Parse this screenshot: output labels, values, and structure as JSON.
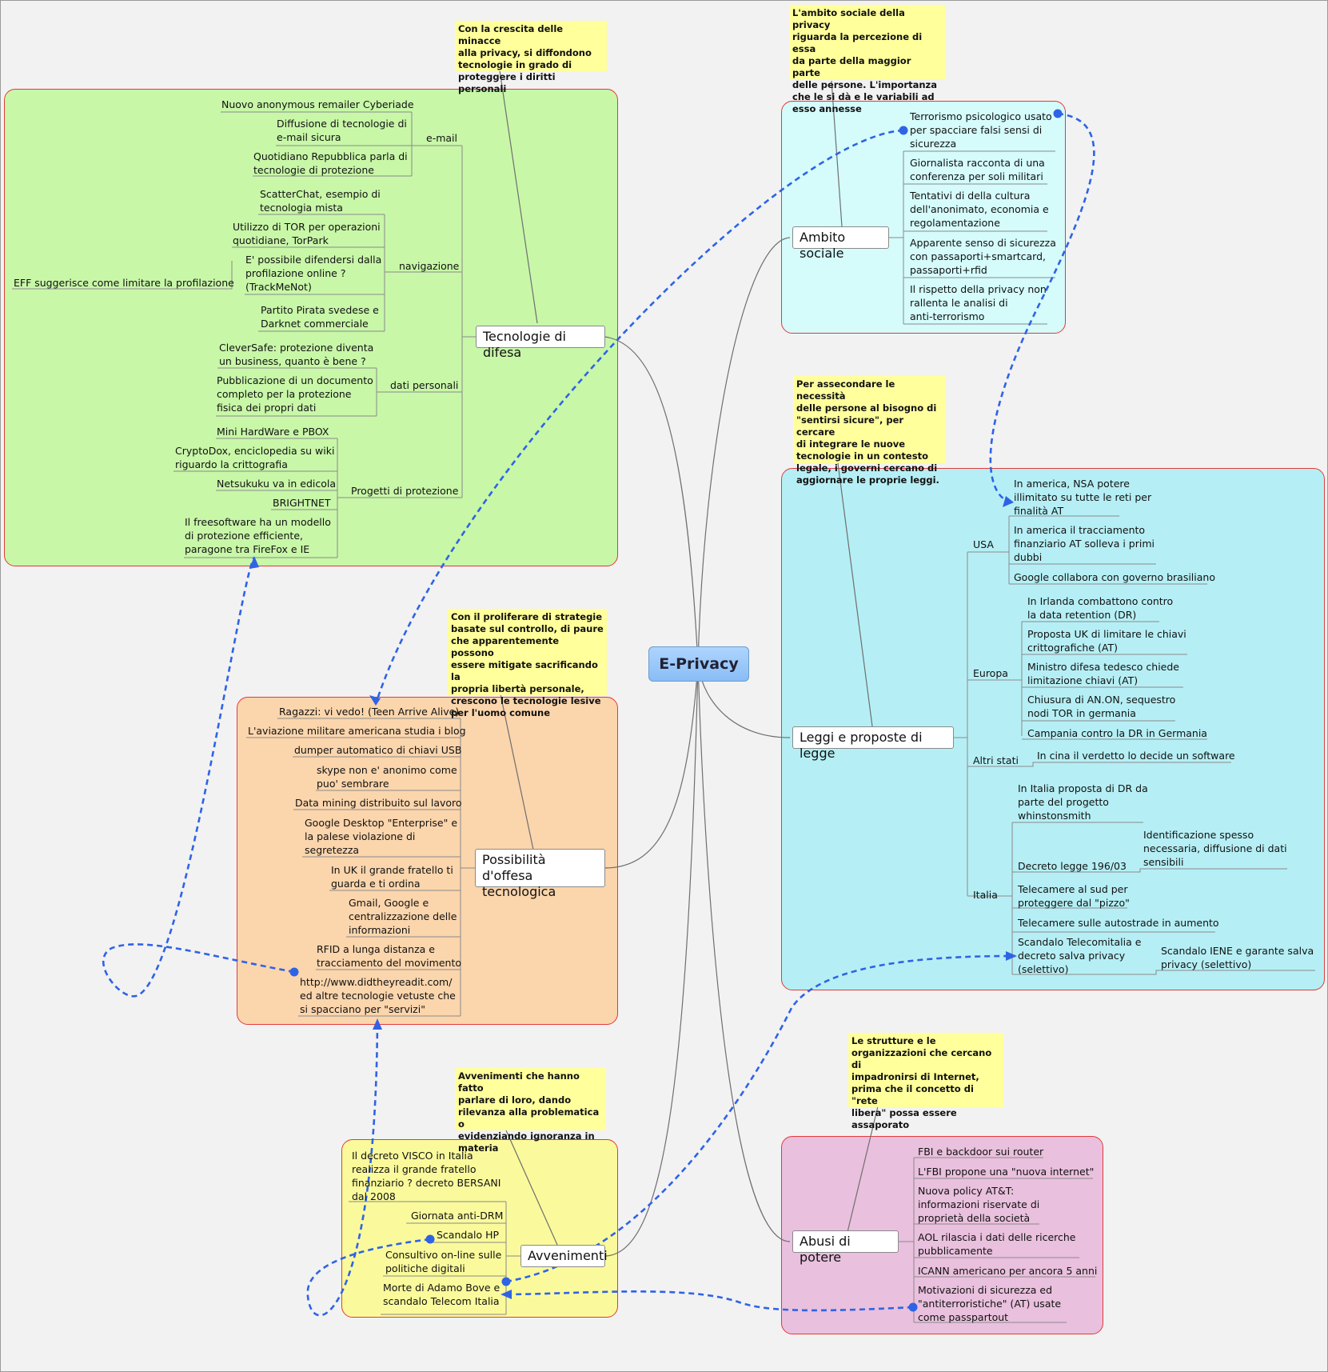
{
  "central": "E-Privacy",
  "colors": {
    "tecnologie": "#c8f7a8",
    "offesa": "#fbd5ac",
    "avvenimenti": "#fafa9c",
    "sociale": "#d5fbfb",
    "leggi": "#b5eff5",
    "abusi": "#e9c0dd",
    "region_border": "#e23a3a",
    "note": "#ffff9c",
    "dashed_link": "#2f63e6"
  },
  "tecnologie": {
    "topic": "Tecnologie di difesa",
    "note": "Con la crescita delle minacce\nalla privacy, si diffondono\ntecnologie in grado di\nproteggere i diritti personali",
    "email": {
      "label": "e-mail",
      "items": [
        "Nuovo anonymous remailer Cyberiade",
        "Diffusione di tecnologie di\ne-mail sicura",
        "Quotidiano Repubblica parla di\ntecnologie di protezione"
      ]
    },
    "navigazione": {
      "label": "navigazione",
      "items": [
        "ScatterChat, esempio di\ntecnologia mista",
        "Utilizzo di TOR per operazioni\nquotidiane, TorPark",
        "E' possibile difendersi dalla\nprofilazione online ?\n(TrackMeNot)",
        "Partito Pirata svedese e\nDarknet commerciale"
      ],
      "sub": "EFF suggerisce come limitare la profilazione"
    },
    "dati": {
      "label": "dati personali",
      "items": [
        "CleverSafe: protezione diventa\nun business, quanto è bene ?",
        "Pubblicazione di un documento\ncompleto per la protezione\nfisica dei propri dati"
      ]
    },
    "progetti": {
      "label": "Progetti di protezione",
      "items": [
        "Mini HardWare e PBOX",
        "CryptoDox, enciclopedia su wiki\nriguardo la crittografia",
        "Netsukuku va in edicola",
        "BRIGHTNET",
        "Il freesoftware ha un modello\ndi protezione efficiente,\nparagone tra FireFox e IE"
      ]
    }
  },
  "offesa": {
    "topic": "Possibilità d'offesa\ntecnologica",
    "note": "Con il proliferare di strategie\nbasate sul controllo, di paure\nche apparentemente possono\nessere mitigate sacrificando la\npropria libertà personale,\ncrescono le tecnologie lesive\nper l'uomo comune",
    "items": [
      "Ragazzi: vi vedo! (Teen Arrive Alive)",
      "L'aviazione militare americana studia i blog",
      "dumper automatico di chiavi USB",
      "skype non e' anonimo come\npuo' sembrare",
      "Data mining distribuito sul lavoro",
      "Google Desktop \"Enterprise\" e\nla palese violazione di\nsegretezza",
      "In UK il grande fratello ti\nguarda e ti ordina",
      "Gmail, Google e\ncentralizzazione delle\ninformazioni",
      "RFID a lunga distanza e\ntracciamento del movimento",
      "http://www.didtheyreadit.com/\ned altre tecnologie vetuste che\nsi spacciano per \"servizi\""
    ]
  },
  "avvenimenti": {
    "topic": "Avvenimenti",
    "note": "Avvenimenti che hanno fatto\nparlare di loro, dando\nrilevanza alla problematica o\nevidenziando ignoranza in\nmateria",
    "items": [
      "Il decreto VISCO in Italia\nrealizza il grande fratello\nfinanziario ? decreto BERSANI\ndal 2008",
      "Giornata anti-DRM",
      "Scandalo HP",
      "Consultivo on-line sulle\npolitiche digitali",
      "Morte di Adamo Bove e\nscandalo Telecom Italia"
    ]
  },
  "sociale": {
    "topic": "Ambito sociale",
    "note": "L'ambito sociale della privacy\nriguarda la percezione di essa\nda parte della maggior parte\ndelle persone. L'importanza\nche le si dà e le variabili ad\nesso annesse",
    "items": [
      "Terrorismo psicologico usato\nper spacciare falsi sensi di\nsicurezza",
      "Giornalista racconta di una\nconferenza per soli militari",
      "Tentativi di della cultura\ndell'anonimato, economia e\nregolamentazione",
      "Apparente senso di sicurezza\ncon passaporti+smartcard,\npassaporti+rfid",
      "Il rispetto della privacy non\nrallenta le analisi di\nanti-terrorismo"
    ]
  },
  "leggi": {
    "topic": "Leggi e proposte di legge",
    "note": "Per assecondare le necessità\ndelle persone al bisogno di\n\"sentirsi sicure\", per cercare\ndi integrare le nuove\ntecnologie in un contesto\nlegale, i governi cercano di\naggiornare le proprie leggi.",
    "usa": {
      "label": "USA",
      "items": [
        "In america, NSA potere\nillimitato su tutte le reti per\nfinalità AT",
        "In america il tracciamento\nfinanziario AT solleva i primi\ndubbi",
        "Google collabora con governo brasiliano"
      ]
    },
    "europa": {
      "label": "Europa",
      "items": [
        "In Irlanda combattono contro\nla data retention (DR)",
        "Proposta UK di limitare le chiavi\ncrittografiche (AT)",
        "Ministro difesa tedesco chiede\nlimitazione chiavi (AT)",
        "Chiusura di AN.ON, sequestro\nnodi TOR in germania",
        "Campania contro la DR in Germania"
      ]
    },
    "altri": {
      "label": "Altri stati",
      "items": [
        "In cina il verdetto lo decide un software"
      ]
    },
    "italia": {
      "label": "Italia",
      "items": [
        "In Italia proposta di DR da\nparte del progetto\nwhinstonsmith",
        "Decreto legge 196/03",
        "Telecamere al sud per\nproteggere dal \"pizzo\"",
        "Telecamere sulle autostrade in aumento",
        "Scandalo Telecomitalia e\ndecreto salva privacy\n(selettivo)"
      ],
      "decreto_sub": "Identificazione spesso\nnecessaria, diffusione di dati\nsensibili",
      "scandalo_sub": "Scandalo IENE e garante salva\nprivacy (selettivo)"
    }
  },
  "abusi": {
    "topic": "Abusi di potere",
    "note": "Le strutture e le\norganizzazioni che cercano di\nimpadronirsi di Internet,\nprima che il concetto di \"rete\nlibera\" possa essere\nassaporato",
    "items": [
      "FBI e backdoor sui router",
      "L'FBI propone una \"nuova internet\"",
      "Nuova policy AT&T:\ninformazioni riservate di\nproprietà della società",
      "AOL rilascia i dati delle ricerche\npubblicamente",
      "ICANN americano per ancora 5 anni",
      "Motivazioni di sicurezza ed\n\"antiterroristiche\" (AT) usate\ncome passpartout"
    ]
  }
}
